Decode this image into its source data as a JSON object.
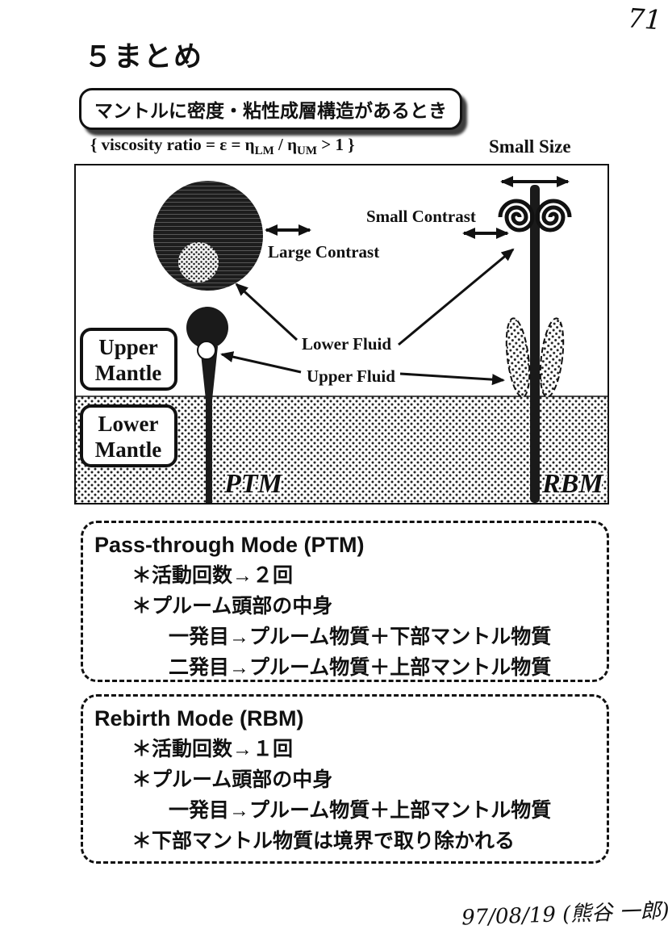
{
  "page": {
    "page_number": "71",
    "title": "５まとめ",
    "credit": "97/08/19 (熊谷 一郎)"
  },
  "header": {
    "condition": "マントルに密度・粘性成層構造があるとき",
    "formula": {
      "p1": "{ viscosity ratio = ε = η",
      "sub1": "LM",
      "p2": " / η",
      "sub2": "UM",
      "p3": " > 1 }"
    }
  },
  "diagram": {
    "labels": {
      "small_size": "Small Size",
      "small_contrast": "Small Contrast",
      "large_contrast": "Large Contrast",
      "lower_fluid": "Lower Fluid",
      "upper_fluid": "Upper Fluid",
      "upper_mantle": [
        "Upper",
        "Mantle"
      ],
      "lower_mantle": [
        "Lower",
        "Mantle"
      ],
      "ptm": "PTM",
      "rbm": "RBM"
    }
  },
  "ptm_box": {
    "title": "Pass-through Mode (PTM)",
    "lines": [
      "＊活動回数→２回",
      "＊プルーム頭部の中身",
      "一発目→プルーム物質＋下部マントル物質",
      "二発目→プルーム物質＋上部マントル物質"
    ]
  },
  "rbm_box": {
    "title": "Rebirth Mode (RBM)",
    "lines": [
      "＊活動回数→１回",
      "＊プルーム頭部の中身",
      "一発目→プルーム物質＋上部マントル物質",
      "＊下部マントル物質は境界で取り除かれる"
    ]
  },
  "colors": {
    "ink": "#111111",
    "paper": "#ffffff"
  }
}
